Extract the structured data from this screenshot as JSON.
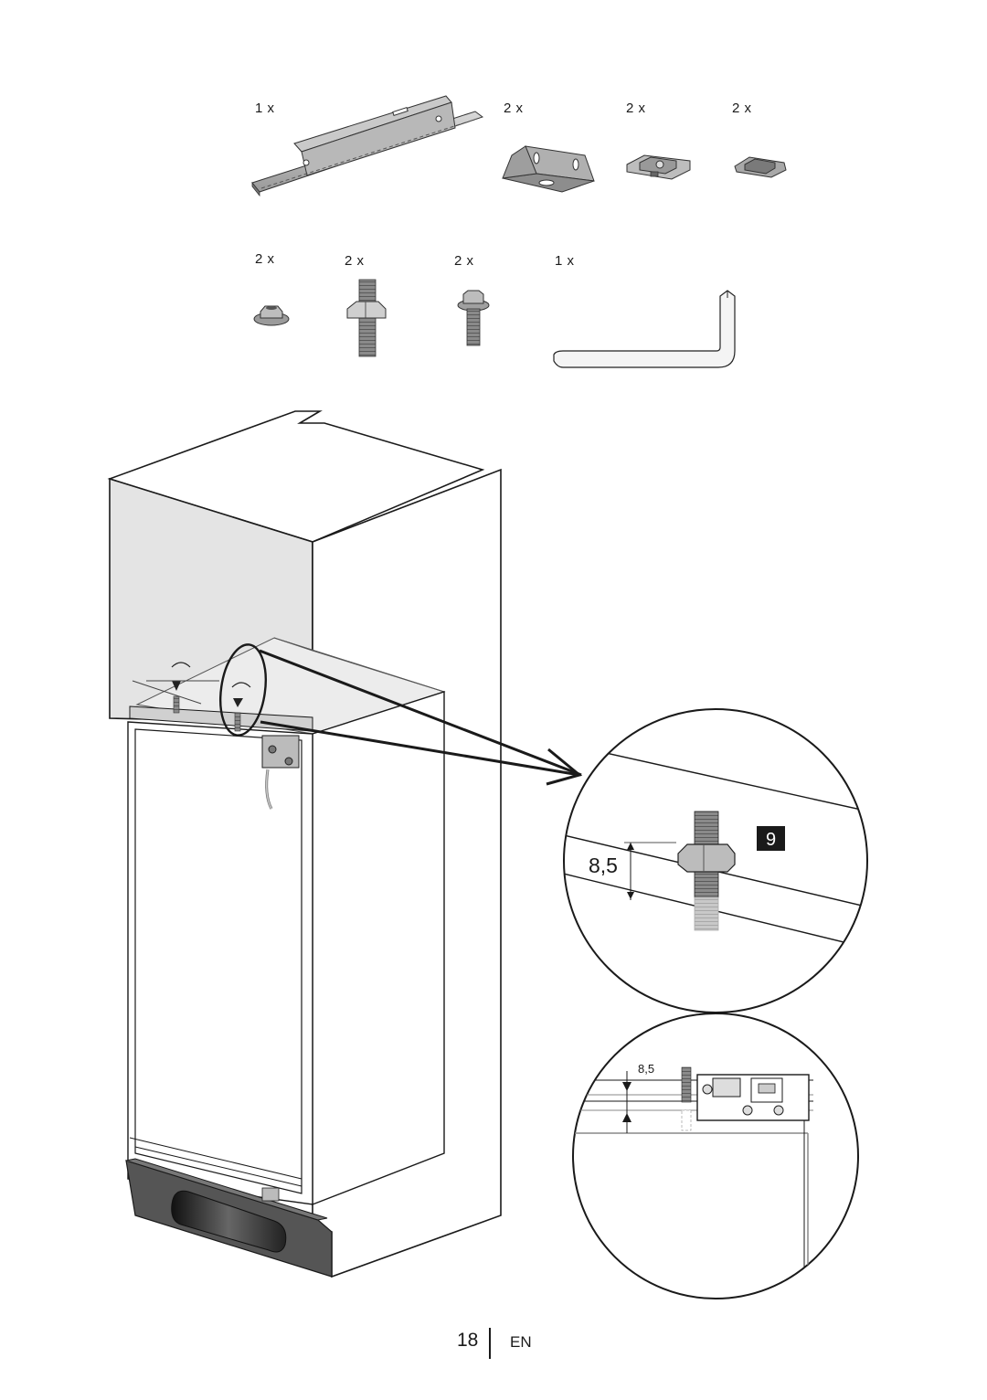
{
  "parts_row1": [
    {
      "qty": "1 x",
      "icon": "mounting-rail"
    },
    {
      "qty": "2 x",
      "icon": "angle-bracket"
    },
    {
      "qty": "2 x",
      "icon": "slide-clip"
    },
    {
      "qty": "2 x",
      "icon": "small-clip"
    }
  ],
  "parts_row2": [
    {
      "qty": "2 x",
      "icon": "flange-nut"
    },
    {
      "qty": "2 x",
      "icon": "threaded-stud"
    },
    {
      "qty": "2 x",
      "icon": "flange-bolt"
    },
    {
      "qty": "1 x",
      "icon": "hex-key"
    }
  ],
  "detail": {
    "dimension": "8,5",
    "step_badge": "9",
    "hinge_dimension": "8,5"
  },
  "footer": {
    "page_number": "18",
    "language": "EN"
  },
  "colors": {
    "line": "#1a1a1a",
    "cabinet_shade": "#e4e4e4",
    "plinth": "#555555",
    "badge_bg": "#1a1a1a",
    "badge_text": "#ffffff"
  }
}
